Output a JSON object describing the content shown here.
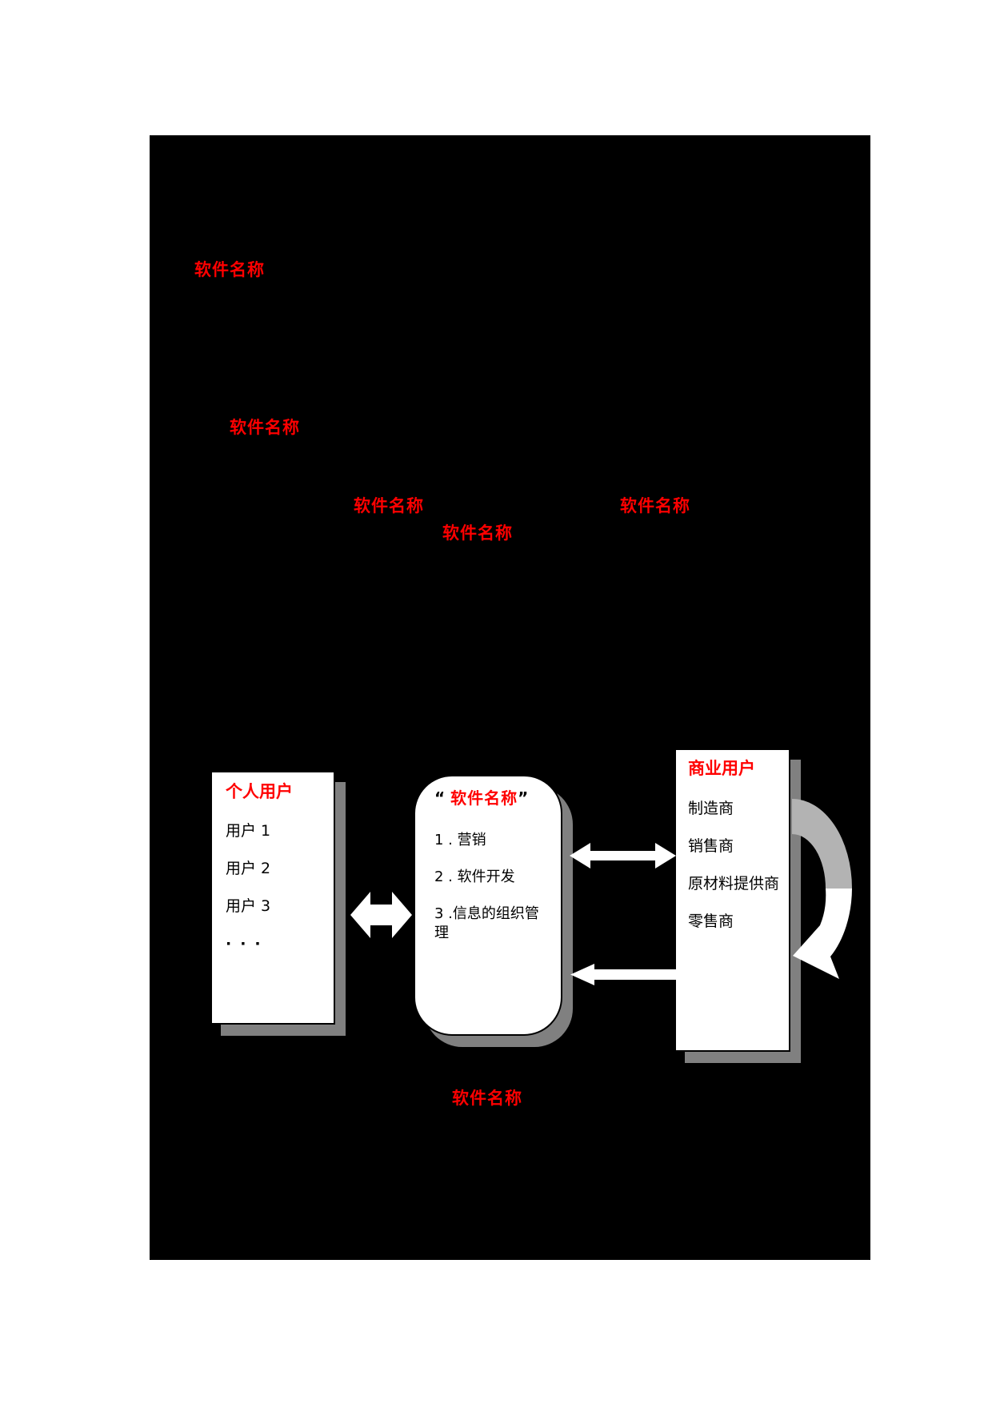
{
  "colors": {
    "accent_red": "#ff0000",
    "canvas_black": "#000000",
    "box_shadow_gray": "#808080",
    "cycle_gray": "#b3b3b3",
    "box_white": "#ffffff"
  },
  "floating_labels": [
    {
      "text": "软件名称"
    },
    {
      "text": "软件名称"
    },
    {
      "text": "软件名称"
    },
    {
      "text": "软件名称"
    },
    {
      "text": "软件名称"
    }
  ],
  "diagram": {
    "personal_box": {
      "title": "个人用户",
      "items": [
        "用户 1",
        "用户 2",
        "用户 3"
      ],
      "ellipsis": "···"
    },
    "software_box": {
      "open_quote": "“ ",
      "title": "软件名称",
      "close_quote": "”",
      "items": [
        "1 . 营销",
        "2 . 软件开发",
        "3 .信息的组织管理"
      ]
    },
    "business_box": {
      "title": "商业用户",
      "items": [
        "制造商",
        "销售商",
        "原材料提供商",
        "零售商"
      ]
    },
    "caption": "软件名称"
  }
}
